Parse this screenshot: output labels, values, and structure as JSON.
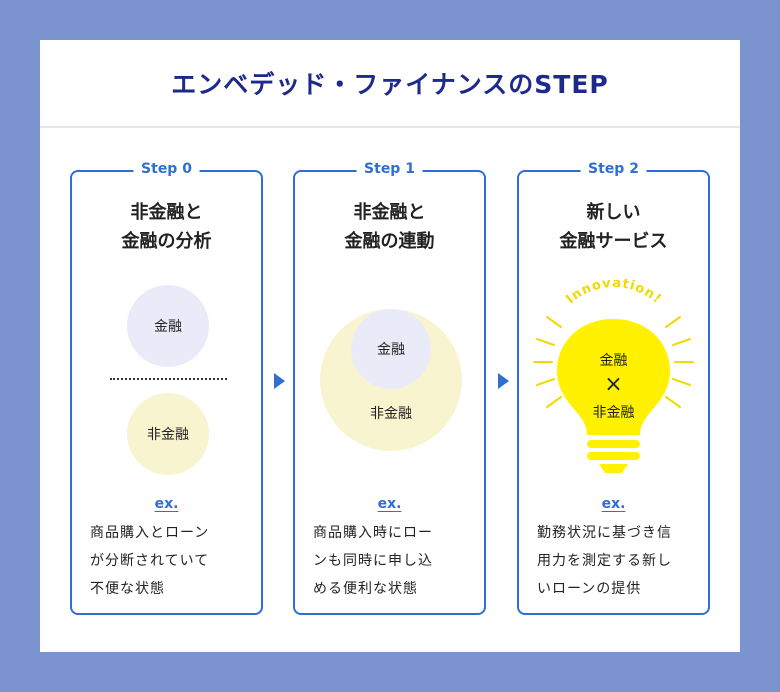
{
  "title": "エンベデッド・ファイナンスのSTEP",
  "steps": [
    {
      "tag": "Step 0",
      "title_lines": [
        "非金融と",
        "金融の分析"
      ],
      "circles": [
        "金融",
        "非金融"
      ],
      "ex": "ex.",
      "desc_lines": [
        "商品購入とローン",
        "が分断されていて",
        "不便な状態"
      ]
    },
    {
      "tag": "Step 1",
      "title_lines": [
        "非金融と",
        "金融の連動"
      ],
      "circles": [
        "金融",
        "非金融"
      ],
      "ex": "ex.",
      "desc_lines": [
        "商品購入時にロー",
        "ンも同時に申し込",
        "める便利な状態"
      ]
    },
    {
      "tag": "Step 2",
      "title_lines": [
        "新しい",
        "金融サービス"
      ],
      "bulb": {
        "arc_text": "Innovation!",
        "top": "金融",
        "cross": "×",
        "bottom": "非金融"
      },
      "ex": "ex.",
      "desc_lines": [
        "勤務状況に基づき信",
        "用力を測定する新し",
        "いローンの提供"
      ]
    }
  ],
  "colors": {
    "background": "#7b93cf",
    "accent": "#2f6fd1",
    "title": "#1d2a8c",
    "finance_circle": "#e9ecf8",
    "nonfinance_circle": "#f8f4cf",
    "bulb": "#fff100"
  }
}
